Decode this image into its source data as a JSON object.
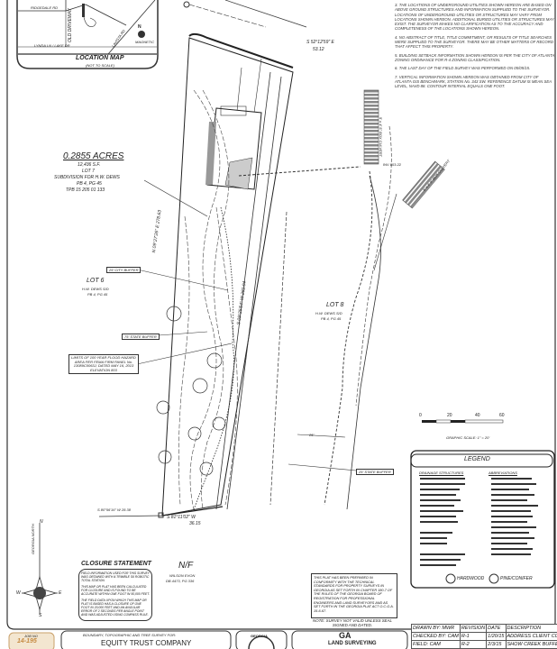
{
  "location_map": {
    "title": "LOCATION MAP",
    "subtitle": "(NOT TO SCALE)",
    "north": "N",
    "north_sub": "MAGNETIC",
    "roads": [
      "RIDGEDALE RD",
      "LYNDA LN / LAKE DR",
      "OLD DRIVEWAY",
      "LAVISTA RD"
    ]
  },
  "notes": [
    "3. THE LOCATIONS OF UNDERGROUND UTILITIES SHOWN HEREON ARE BASED ON ABOVE GROUND STRUCTURES AND INFORMATION SUPPLIED TO THE SURVEYOR. LOCATIONS OF UNDERGROUND UTILITIES OR STRUCTURES MAY VARY FROM LOCATIONS SHOWN HEREON. ADDITIONAL BURIED UTILITIES OR STRUCTURES MAY EXIST. THE SURVEYOR MAKES NO CLARIFICATION AS TO THE ACCURACY AND COMPLETENESS OF THE LOCATIONS SHOWN HEREON.",
    "4. NO ABSTRACT OF TITLE, TITLE COMMITMENT, OR RESULTS OF TITLE SEARCHES WERE SUPPLIED TO THE SURVEYOR. THERE MAY BE OTHER MATTERS OF RECORD THAT AFFECT THIS PROPERTY.",
    "5. BUILDING SETBACK INFORMATION SHOWN HEREON IS PER THE CITY OF ATLANTA ZONING ORDINANCE FOR R-4 ZONING CLASSIFICATION.",
    "6. THE LAST DAY OF THE FIELD SURVEY WAS PERFORMED ON 05/05/15.",
    "7. VERTICAL INFORMATION SHOWN HEREON WAS OBTAINED FROM CITY OF ATLANTA GIS BENCHMARK, STATION No. 343 SW. REFERENCE DATUM IS MEAN SEA LEVEL, NAVD 88. CONTOUR INTERVAL EQUALS ONE FOOT."
  ],
  "plat": {
    "top_bearing": "S 52°12'59\" E",
    "top_distance": "53.12",
    "subject": {
      "acres": "0.2855 ACRES",
      "sf": "12,436 S.F.",
      "lot": "LOT 7",
      "subdivision": "SUBDIVISION FOR H.W. DEWS",
      "plat_book": "PB 4, PG 45",
      "tax_parcel": "TPB 15 205 01 133"
    },
    "lot6": {
      "lot": "LOT 6",
      "subdivision": "H.W. DEWS S/D",
      "plat_book": "PB 4, PG 45"
    },
    "lot8": {
      "lot": "LOT 8",
      "subdivision": "H.W. DEWS S/D",
      "plat_book": "PB 4, PG 45"
    },
    "west_line": "N 09°27'26\" E 278.63",
    "east_line": "S 09°25'54\" W 281.04",
    "bottom_bearing": "S 81°11'02\" W",
    "bottom_distance": "36.15",
    "west_bottom": "S 80°56'16\" W 28.38",
    "culvert1": "5' x 4' 5\" BOX CULVERT",
    "culvert2": "5' x 4' 5\" BOX CULVERT",
    "inv": "INV 803.22",
    "creek_buffer_label": "25' CITY BUFFER",
    "stream_buffer_label": "75' STATE BUFFER",
    "flood_label": "LIMITS OF 100 YEAR FLOOD HAZARD AREA PER FEMA FIRM PANEL No. 13089C0063J, DATED MAY 16, 2013 ELEVATION 803",
    "state_buffer": "25' STATE BUFFER",
    "dim_25": "25'",
    "nf": {
      "label": "N/F",
      "owner": "WILSON EVON",
      "deed": "DB 4473, PG 336"
    }
  },
  "scale": {
    "ticks": [
      "0",
      "20",
      "40",
      "60"
    ],
    "label": "GRAPHIC SCALE: 1\" = 20'"
  },
  "legend": {
    "title": "LEGEND",
    "col1_head": "DRAINAGE STRUCTURES",
    "col2_head": "ABBREVIATIONS",
    "hardwood": "HARDWOOD",
    "pine": "PINE/CONIFER"
  },
  "compass": {
    "n": "N",
    "s": "S",
    "e": "E",
    "w": "W",
    "label": "GEORGIA NORTH"
  },
  "closure": {
    "title": "CLOSURE STATEMENT",
    "text": [
      "FIELD INFORMATION USED FOR THIS SURVEY WAS OBTAINED WITH A TRIMBLE S6 ROBOTIC TOTAL STATION.",
      "THIS MAP OR PLAT HAS BEEN CALCULATED FOR CLOSURE AND IS FOUND TO BE ACCURATE WITHIN ONE FOOT IN 50,000 FEET.",
      "THE FIELD DATA UPON WHICH THIS MAP OR PLAT IS BASED HAS A CLOSURE OF ONE FOOT IN 20,000 FEET AND AN ANGULAR ERROR OF 2 SECONDS PER ANGLE POINT AND WAS ADJUSTED USING COMPASS RULE."
    ]
  },
  "certification": "THIS PLAT HAS BEEN PREPARED IN CONFORMITY WITH THE TECHNICAL STANDARDS FOR PROPERTY SURVEYS IN GEORGIA AS SET FORTH IN CHAPTER 180-7 OF THE RULES OF THE GEORGIA BOARD OF REGISTRATION FOR PROFESSIONAL ENGINEERS AND LAND SURVEYORS AND AS SET FORTH IN THE GEORGIA PLAT ACT O.C.G.A. 15-6-67.",
  "validity_note": "NOTE: SURVEY NOT VALID UNLESS SEAL SIGNED AND DATED.",
  "title_block": {
    "job_label": "JOB NO",
    "job_no": "14-195",
    "survey_type": "BOUNDARY, TOPOGRAPHIC AND TREE SURVEY FOR:",
    "client": "EQUITY TRUST COMPANY",
    "seal": "GEORGIA",
    "company": "GA",
    "company_sub": "LAND SURVEYING",
    "revisions_head": [
      "DRAWN BY: MWR",
      "REVISION",
      "DATE",
      "DESCRIPTION"
    ],
    "revisions": [
      [
        "CHECKED BY: CAM",
        "R-1",
        "1/20/15",
        "ADDRESS CLIENT COMMENTS"
      ],
      [
        "FIELD: CAM",
        "R-2",
        "2/3/15",
        "SHOW CREEK BUFFERS"
      ]
    ]
  }
}
